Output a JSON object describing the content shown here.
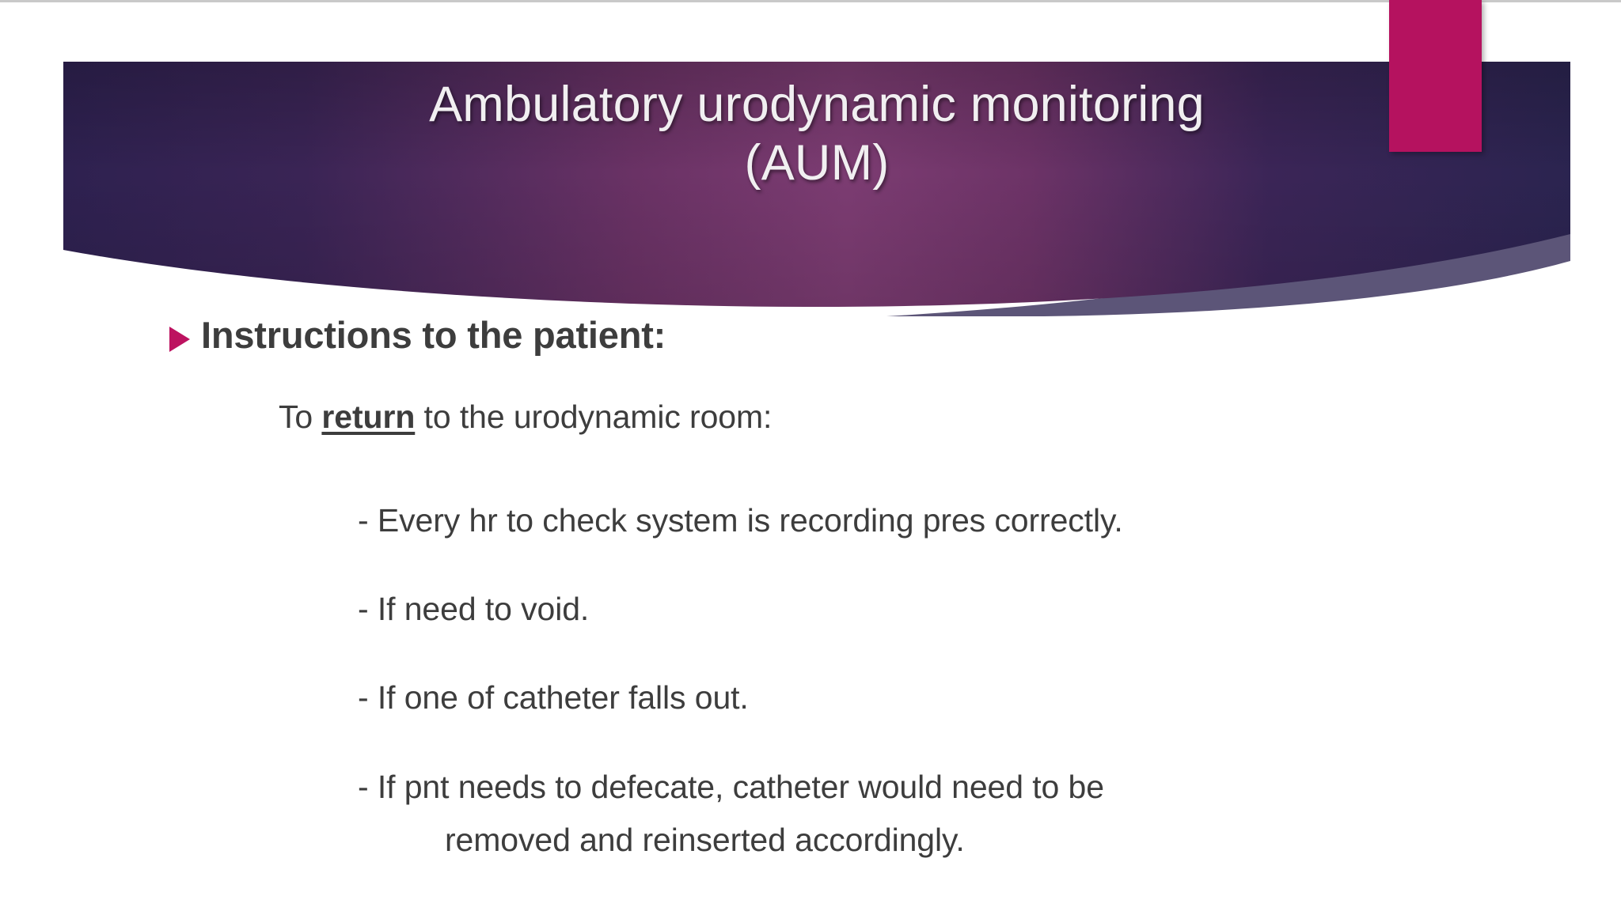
{
  "slide": {
    "title": "Ambulatory urodynamic monitoring\n(AUM)",
    "title_line1": "Ambulatory urodynamic monitoring",
    "title_line2": "(AUM)",
    "background_color": "#ffffff"
  },
  "theme": {
    "banner_gradient_left": "#2e2150",
    "banner_gradient_center": "#7a3a70",
    "banner_gradient_right": "#2b2450",
    "banner_swoosh_color": "#5c5578",
    "accent_pink": "#b5125f",
    "bullet_marker_color": "#bd1260",
    "title_text_color": "#f1eff1",
    "body_text_color": "#3d3d3d"
  },
  "body": {
    "level1": {
      "bullet_icon": "triangle-right-marker",
      "text": "Instructions to the patient:"
    },
    "level2": {
      "prefix": "To ",
      "keyword": "return",
      "suffix": " to the urodynamic room:",
      "full_text": "To return to the urodynamic room:"
    },
    "level3": [
      {
        "text": "- Every hr to check system is recording pres correctly.",
        "continuation": ""
      },
      {
        "text": "- If need to void.",
        "continuation": ""
      },
      {
        "text": "- If one of catheter falls out.",
        "continuation": ""
      },
      {
        "text": "- If pnt needs to defecate, catheter would need to be",
        "continuation": "removed and reinserted accordingly."
      }
    ]
  }
}
